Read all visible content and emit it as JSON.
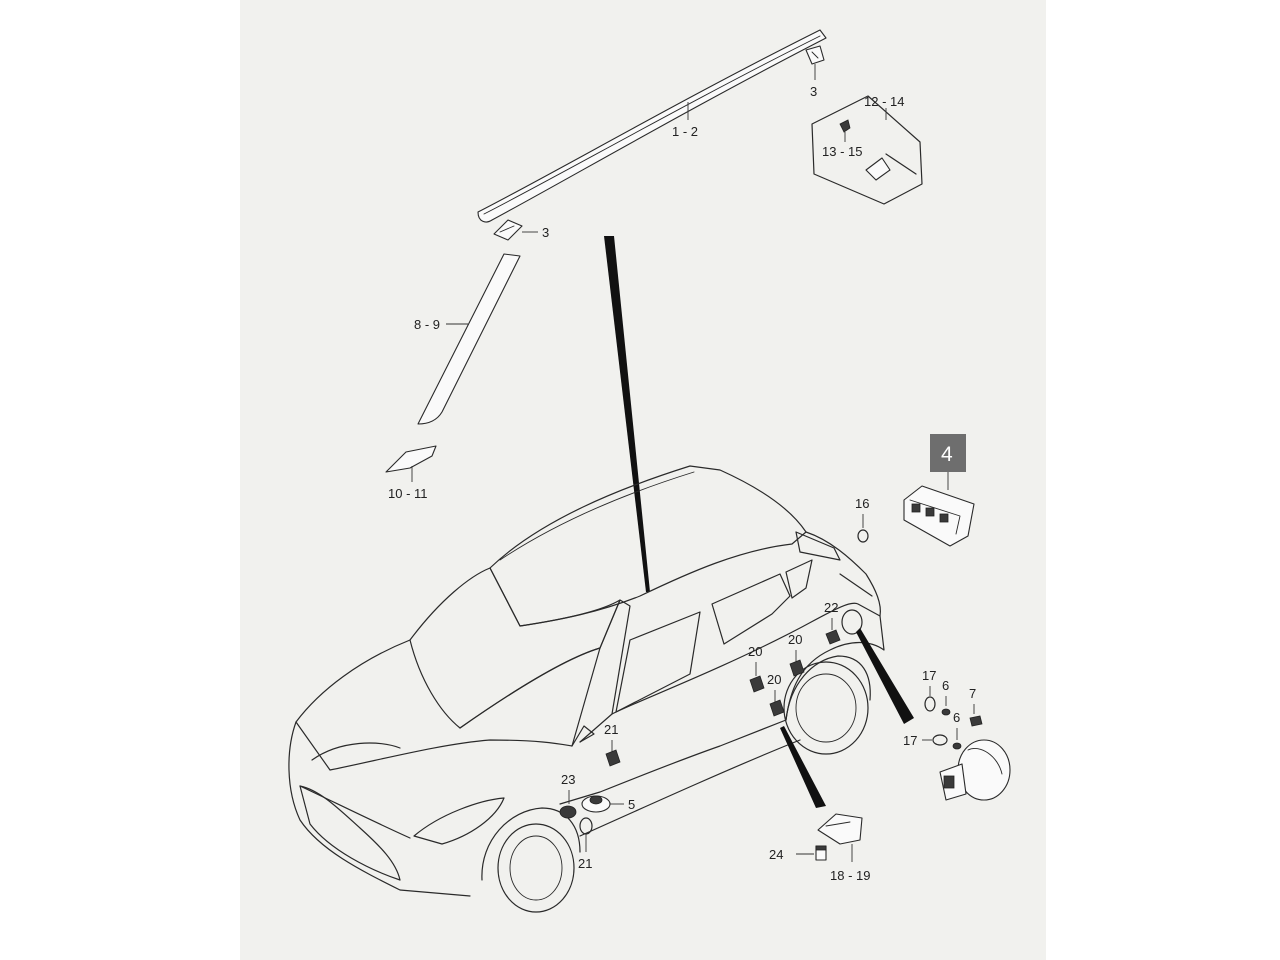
{
  "callouts": {
    "c12": "1 - 2",
    "c3a": "3",
    "c3b": "3",
    "c89": "8 - 9",
    "c1011": "10 - 11",
    "c1214": "12 - 14",
    "c1315": "13 - 15",
    "c16": "16",
    "c22": "22",
    "c20a": "20",
    "c20b": "20",
    "c20c": "20",
    "c21a": "21",
    "c21b": "21",
    "c23": "23",
    "c5": "5",
    "c17a": "17",
    "c17b": "17",
    "c6a": "6",
    "c6b": "6",
    "c7": "7",
    "c24": "24",
    "c1819": "18 - 19"
  },
  "highlight_badge": {
    "label": "4",
    "color": "#6e6e6e"
  },
  "colors": {
    "paper": "#f1f1ee",
    "ink": "#2a2a2a"
  },
  "icons": [
    "roof-molding",
    "pillar-garnish",
    "clip",
    "fuel-filler-lid",
    "emblem-plate"
  ]
}
